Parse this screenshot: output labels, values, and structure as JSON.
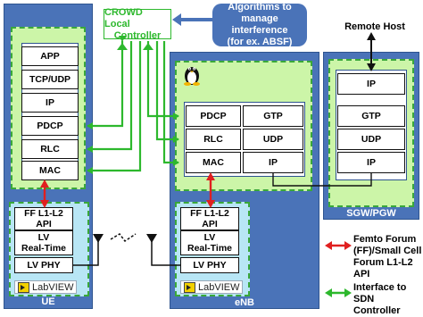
{
  "crowd_controller": {
    "line1": "CROWD Local",
    "line2": "Controller"
  },
  "algorithms_callout": {
    "line1": "Algorithms to manage",
    "line2": "interference",
    "line3": "(for ex. ABSF)"
  },
  "remote_host_label": "Remote Host",
  "ue": {
    "label": "UE",
    "layers": [
      "APP",
      "TCP/UDP",
      "IP",
      "PDCP",
      "RLC",
      "MAC"
    ],
    "phy_layers": [
      {
        "lines": [
          "FF L1-L2",
          "API"
        ]
      },
      {
        "lines": [
          "LV",
          "Real-Time"
        ]
      },
      {
        "lines": [
          "LV PHY"
        ]
      }
    ],
    "labview": "LabVIEW"
  },
  "enb": {
    "label": "eNB",
    "left_layers": [
      "PDCP",
      "RLC",
      "MAC"
    ],
    "right_layers": [
      "GTP",
      "UDP",
      "IP"
    ],
    "phy_layers": [
      {
        "lines": [
          "FF L1-L2",
          "API"
        ]
      },
      {
        "lines": [
          "LV",
          "Real-Time"
        ]
      },
      {
        "lines": [
          "LV PHY"
        ]
      }
    ],
    "labview": "LabVIEW"
  },
  "sgw": {
    "label": "SGW/PGW",
    "layers": [
      "IP",
      "GTP",
      "UDP",
      "IP"
    ]
  },
  "legend": {
    "red": {
      "line1": "Femto Forum",
      "line2": "(FF)/Small Cell",
      "line3": "Forum L1-L2 API"
    },
    "green": {
      "line1": "Interface to",
      "line2": "SDN Controller"
    }
  },
  "colors": {
    "panel_blue": "#4a73b8",
    "ff_api_red": "#e02020",
    "sdn_green": "#2db82d"
  },
  "icons": {
    "linux": "tux-penguin-icon",
    "antenna": "antenna-icon",
    "wireless": "wireless-link-icon",
    "labview": "labview-logo-icon"
  }
}
